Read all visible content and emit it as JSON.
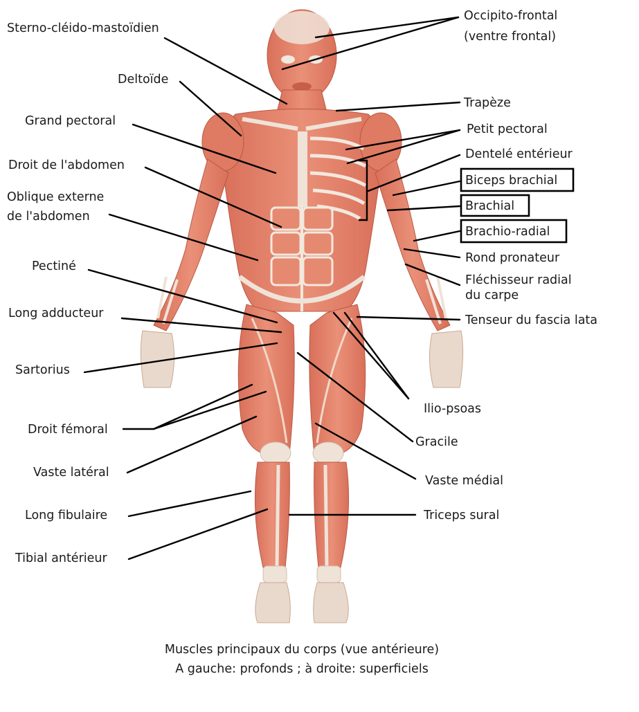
{
  "diagram": {
    "labels_left": [
      "Sterno-cléido-mastoïdien",
      "Deltoïde",
      "Grand pectoral",
      "Droit de l'abdomen",
      "Oblique externe",
      "de l'abdomen",
      "Pectiné",
      "Long adducteur",
      "Sartorius",
      "Droit fémoral",
      "Vaste latéral",
      "Long fibulaire",
      "Tibial antérieur"
    ],
    "labels_right": [
      "Occipito-frontal",
      "(ventre frontal)",
      "Trapèze",
      "Petit pectoral",
      "Dentelé entérieur",
      "Biceps brachial",
      "Brachial",
      "Brachio-radial",
      "Rond pronateur",
      "Fléchisseur radial",
      "du carpe",
      "Tenseur du fascia lata",
      "Ilio-psoas",
      "Gracile",
      "Vaste médial",
      "Triceps sural"
    ],
    "caption": [
      "Muscles principaux du corps (vue antérieure)",
      "A gauche: profonds ; à droite: superficiels"
    ],
    "colors": {
      "muscle": "#e2836a",
      "muscle_dark": "#c8604a",
      "tendon": "#f0e6dd",
      "fascia": "#e8dccf",
      "line": "#000000"
    }
  }
}
